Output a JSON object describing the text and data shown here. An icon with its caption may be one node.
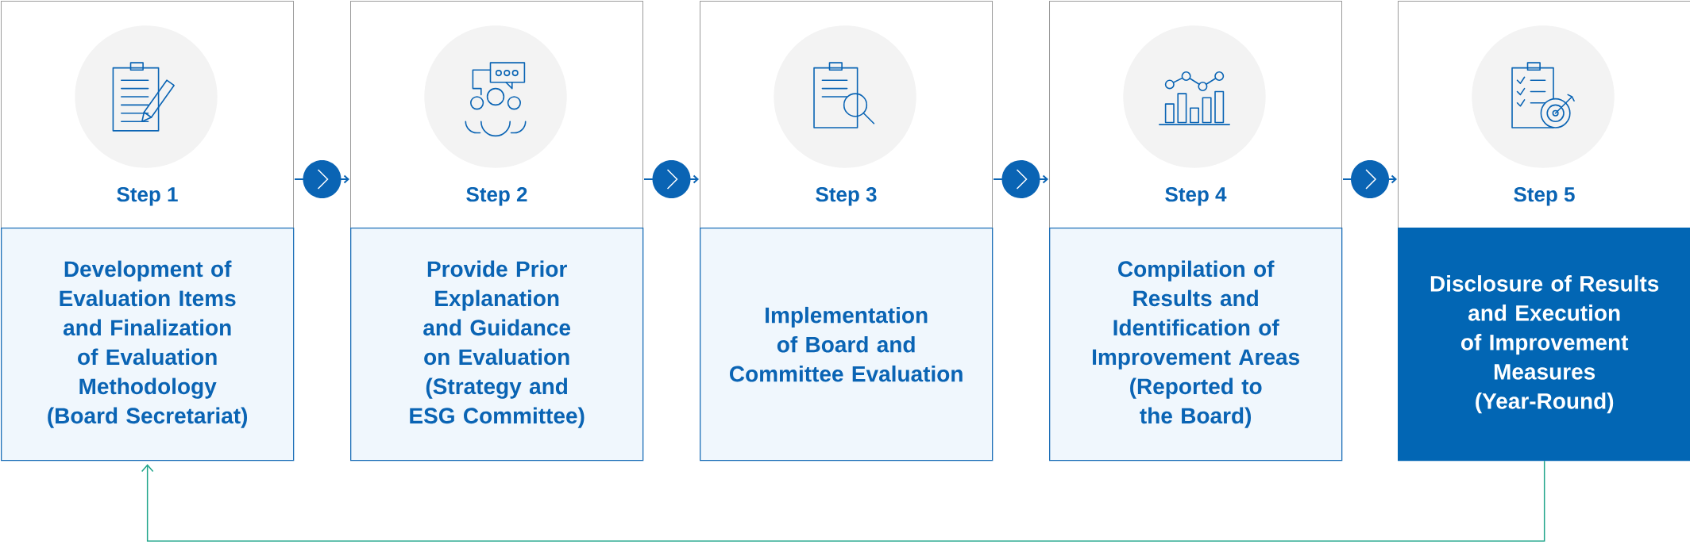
{
  "diagram": {
    "nodes": [
      {
        "text": [
          "Step 1"
        ]
      },
      {
        "text": [
          "Development of Evaluation Items and Finalization of Evaluation Methodology",
          "(Board Secretariat)"
        ]
      },
      {
        "text": [
          "Step 2"
        ]
      },
      {
        "text": [
          "Provide Prior Explanation and Guidance on Evaluation",
          "(Strategy and ESG Committee)"
        ]
      },
      {
        "text": [
          "Step 3"
        ]
      },
      {
        "text": [
          "Implementation of Board and Committee Evaluation"
        ]
      },
      {
        "text": [
          "Step 4"
        ]
      },
      {
        "text": [
          "Compilation of Results and Identification of Improvement Areas",
          "(Reported to the Board)"
        ]
      },
      {
        "text": [
          "Step 5"
        ]
      },
      {
        "text": [
          "Disclosure of Results and Execution of Improvement Measures",
          "(Year-Round)"
        ]
      }
    ],
    "edges": [
      {
        "from": 0,
        "to": 2,
        "arrow": "to"
      },
      {
        "from": 2,
        "to": 4,
        "arrow": "to"
      },
      {
        "from": 4,
        "to": 6,
        "arrow": "to"
      },
      {
        "from": 6,
        "to": 8,
        "arrow": "to"
      },
      {
        "from": 9,
        "to": 1,
        "arrow": "to",
        "color": "#1fa58a"
      }
    ]
  }
}
